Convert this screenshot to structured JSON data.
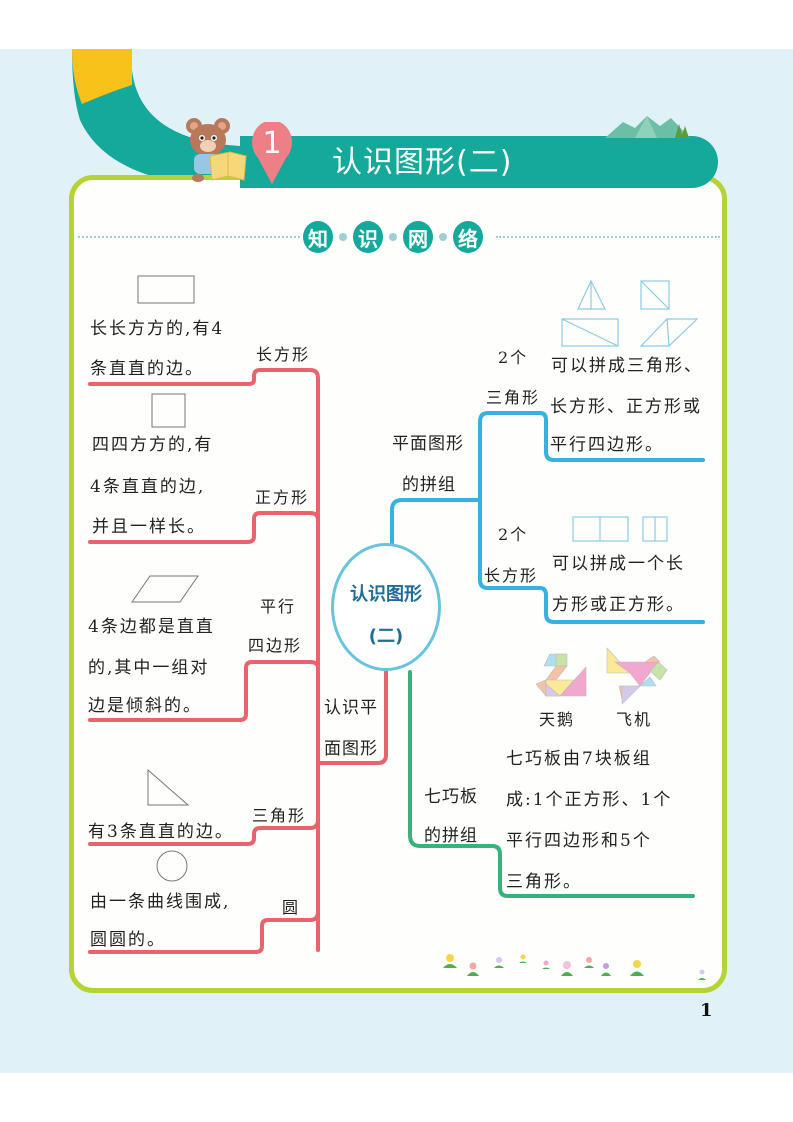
{
  "header": {
    "lesson_number": "1",
    "title": "认识图形(二)"
  },
  "section": {
    "keywords": [
      "知",
      "识",
      "网",
      "络"
    ]
  },
  "center": {
    "line1": "认识图形",
    "line2": "(二)"
  },
  "branch_left": {
    "label_line1": "认识平",
    "label_line2": "面图形",
    "color": "#e9636c",
    "items": [
      {
        "name": "长方形",
        "shape": "rectangle-icon",
        "desc": [
          "长长方方的,有4",
          "条直直的边。"
        ]
      },
      {
        "name": "正方形",
        "shape": "square-icon",
        "desc": [
          "四四方方的,有",
          "4条直直的边,",
          "并且一样长。"
        ]
      },
      {
        "name_line1": "平行",
        "name_line2": "四边形",
        "shape": "parallelogram-icon",
        "desc": [
          "4条边都是直直",
          "的,其中一组对",
          "边是倾斜的。"
        ]
      },
      {
        "name": "三角形",
        "shape": "triangle-icon",
        "desc": [
          "有3条直直的边。"
        ]
      },
      {
        "name": "圆",
        "shape": "circle-icon",
        "desc": [
          "由一条曲线围成,",
          "圆圆的。"
        ]
      }
    ]
  },
  "branch_top_right": {
    "label_line1": "平面图形",
    "label_line2": "的拼组",
    "color": "#35b2e2",
    "items": [
      {
        "count": "2个",
        "name": "三角形",
        "desc": [
          "可以拼成三角形、",
          "长方形、正方形或",
          "平行四边形。"
        ]
      },
      {
        "count": "2个",
        "name": "长方形",
        "desc": [
          "可以拼成一个长",
          "方形或正方形。"
        ]
      }
    ]
  },
  "branch_bottom_right": {
    "label_line1": "七巧板",
    "label_line2": "的拼组",
    "color": "#38b17c",
    "figures": [
      "天鹅",
      "飞机"
    ],
    "desc": [
      "七巧板由7块板组",
      "成:1个正方形、1个",
      "平行四边形和5个",
      "三角形。"
    ]
  },
  "footer": {
    "page_number": "1"
  },
  "colors": {
    "teal": "#14a99a",
    "lime_border": "#b5d334",
    "yellow": "#f8c21a",
    "badge_pink": "#ef7f86",
    "page_bg": "#e1f1f8"
  }
}
